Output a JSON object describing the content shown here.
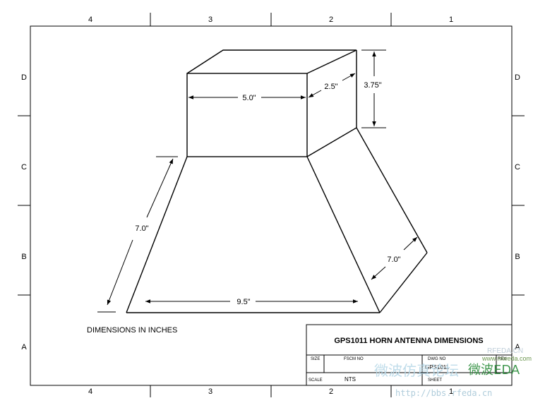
{
  "border": {
    "top_columns": [
      "4",
      "3",
      "2",
      "1"
    ],
    "bottom_columns": [
      "4",
      "3",
      "2",
      "1"
    ],
    "left_rows": [
      "D",
      "C",
      "B",
      "A"
    ],
    "right_rows": [
      "D",
      "C",
      "B",
      "A"
    ]
  },
  "dimensions": {
    "top_width": "5.0\"",
    "top_depth": "2.5\"",
    "height": "3.75\"",
    "left_slant": "7.0\"",
    "right_slant": "7.0\"",
    "bottom_width": "9.5\""
  },
  "note": "DIMENSIONS IN INCHES",
  "title_block": {
    "title": "GPS1011 HORN ANTENNA DIMENSIONS",
    "size_label": "SIZE",
    "fscm_label": "FSCM NO",
    "dwg_label": "DWG NO",
    "dwg_value": "GPS1011",
    "rev_label": "REV",
    "scale_label": "SCALE",
    "scale_value": "NTS",
    "sheet_label": "SHEET"
  },
  "watermark": {
    "brand": "RFEDA.CN",
    "url1": "www.mweda.com",
    "chinese": "微波仿真论坛",
    "logo": "微波EDA",
    "url2": "http://bbs.rfeda.cn"
  }
}
